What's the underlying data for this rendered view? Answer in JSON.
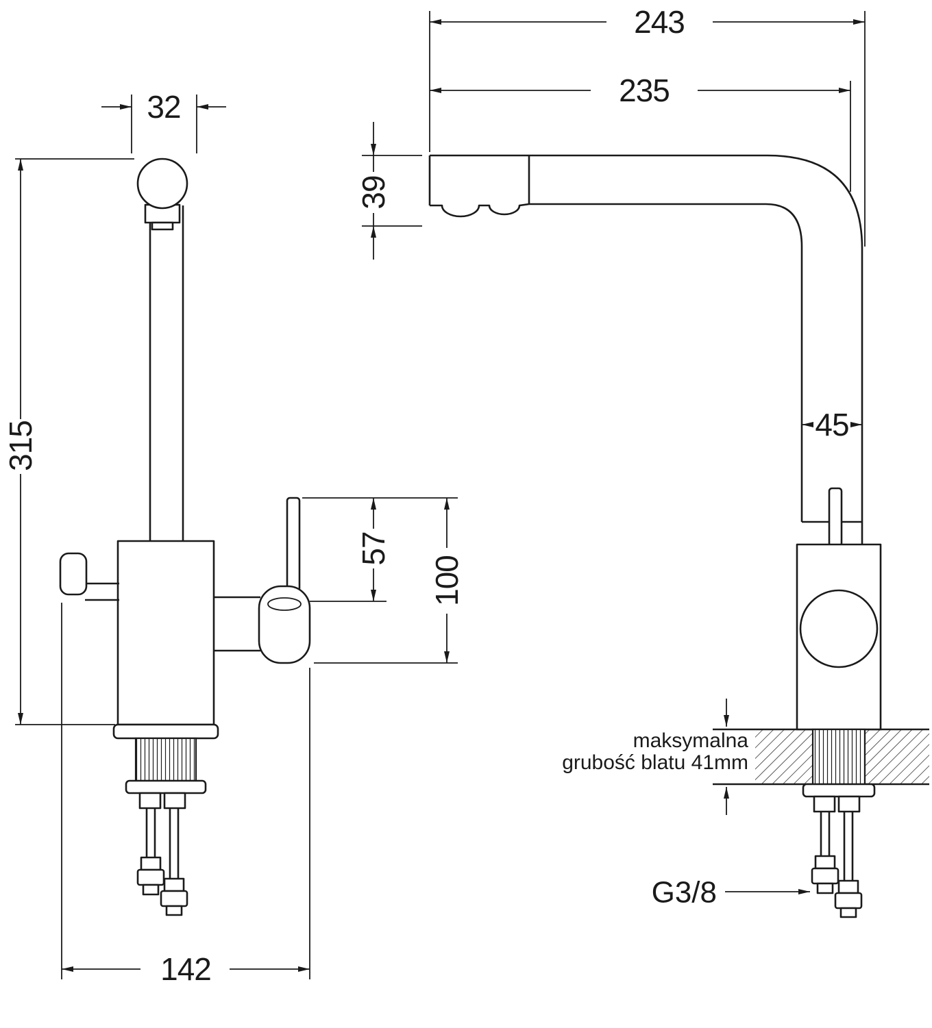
{
  "colors": {
    "line": "#1a1a1a",
    "background": "#ffffff"
  },
  "front_view": {
    "dim_spout_diameter": "32",
    "dim_total_height": "315",
    "dim_lever_offset": "57",
    "dim_lever_height": "100",
    "dim_base_span": "142"
  },
  "side_view": {
    "dim_overall_reach": "243",
    "dim_spout_reach": "235",
    "dim_spout_end_height": "39",
    "dim_body_width": "45",
    "note_line1": "maksymalna",
    "note_line2": "grubość blatu 41mm",
    "thread_label": "G3/8"
  }
}
